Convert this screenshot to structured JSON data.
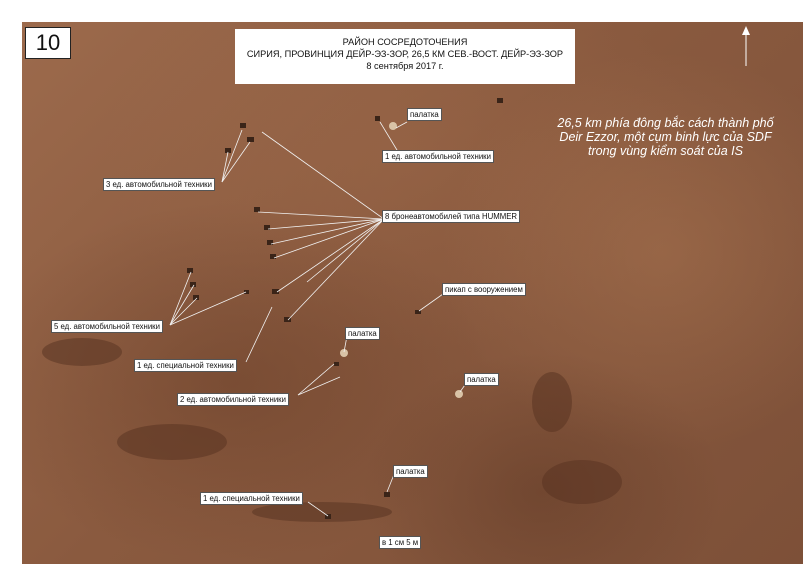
{
  "map": {
    "slide_number": "10",
    "title_lines": [
      "РАЙОН СОСРЕДОТОЧЕНИЯ",
      "СИРИЯ, ПРОВИНЦИЯ ДЕЙР-ЭЗ-ЗОР, 26,5 КМ СЕВ.-ВОСТ. ДЕЙР-ЭЗ-ЗОР",
      "8 сентября 2017 г."
    ],
    "caption_lines": [
      "26,5 km phía đông bắc cách thành phố",
      "Deir Ezzor, một cụm binh lực của SDF",
      "trong vùng kiểm soát của IS"
    ],
    "scale_label": "в 1 см 5 м",
    "north_arrow": "north-arrow-icon",
    "labels": {
      "tent_1": "палатка",
      "vehicle_1": "1 ед. автомобильной техники",
      "vehicles_3": "3 ед. автомобильной техники",
      "hummer_8": "8 бронеавтомобилей типа HUMMER",
      "pickup": "пикап с вооружением",
      "vehicles_5": "5 ед. автомобильной техники",
      "tent_2": "палатка",
      "special_1a": "1 ед. специальной техники",
      "vehicles_2": "2 ед. автомобильной техники",
      "tent_3": "палатка",
      "tent_4": "палатка",
      "special_1b": "1 ед. специальной техники"
    },
    "colors": {
      "terrain": "#8a5a3f",
      "leader_lines": "#f2f2f2",
      "caption": "#ffffff"
    }
  }
}
